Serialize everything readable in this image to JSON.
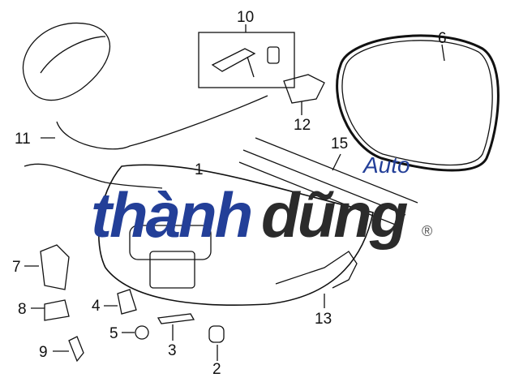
{
  "callouts": [
    {
      "id": "label-1",
      "text": "1"
    },
    {
      "id": "label-2",
      "text": "2"
    },
    {
      "id": "label-3",
      "text": "3"
    },
    {
      "id": "label-4",
      "text": "4"
    },
    {
      "id": "label-5",
      "text": "5"
    },
    {
      "id": "label-6",
      "text": "6"
    },
    {
      "id": "label-7",
      "text": "7"
    },
    {
      "id": "label-8",
      "text": "8"
    },
    {
      "id": "label-9",
      "text": "9"
    },
    {
      "id": "label-10",
      "text": "10"
    },
    {
      "id": "label-11",
      "text": "11"
    },
    {
      "id": "label-12",
      "text": "12"
    },
    {
      "id": "label-13",
      "text": "13"
    },
    {
      "id": "label-15",
      "text": "15"
    }
  ],
  "watermark": {
    "brand_left": "thành",
    "brand_right": "dũng",
    "suffix": "Auto",
    "mark": "®",
    "colors": {
      "blue": "#233f98",
      "dark": "#2b2b2b"
    }
  }
}
